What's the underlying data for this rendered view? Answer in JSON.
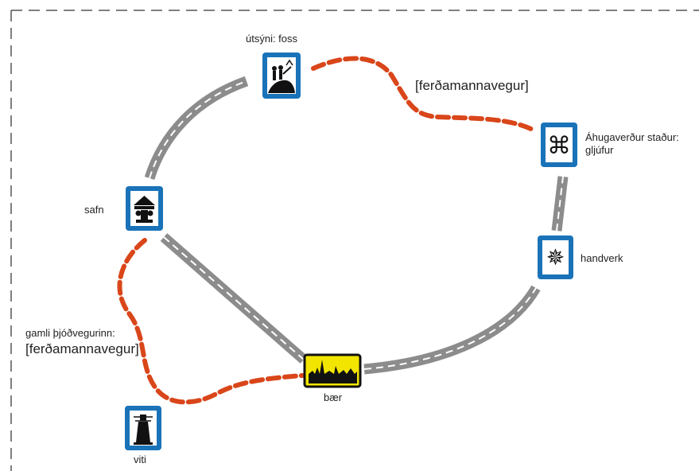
{
  "labels": {
    "utsyni": "útsýni: foss",
    "ferdamannavegur_top": "[ferðamannavegur]",
    "ahugaverdur_line1": "Áhugaverður staður:",
    "ahugaverdur_line2": "gljúfur",
    "safn": "safn",
    "handverk": "handverk",
    "gamli_line1": "gamli þjóðvegurinn:",
    "gamli_line2": "[ferðamannavegur]",
    "baer": "bær",
    "viti": "viti"
  },
  "signs": {
    "utsyni_icon": "viewpoint-icon",
    "ahugaverdur_icon": "place-of-interest-icon",
    "safn_icon": "museum-icon",
    "handverk_icon": "handicraft-icon",
    "baer_icon": "town-icon",
    "viti_icon": "lighthouse-icon"
  },
  "colors": {
    "sign_blue": "#1a73b8",
    "road_grey": "#8c8c8c",
    "tourist_route_orange": "#d9461a",
    "town_yellow": "#f2e600",
    "frame_dash": "#555555"
  }
}
